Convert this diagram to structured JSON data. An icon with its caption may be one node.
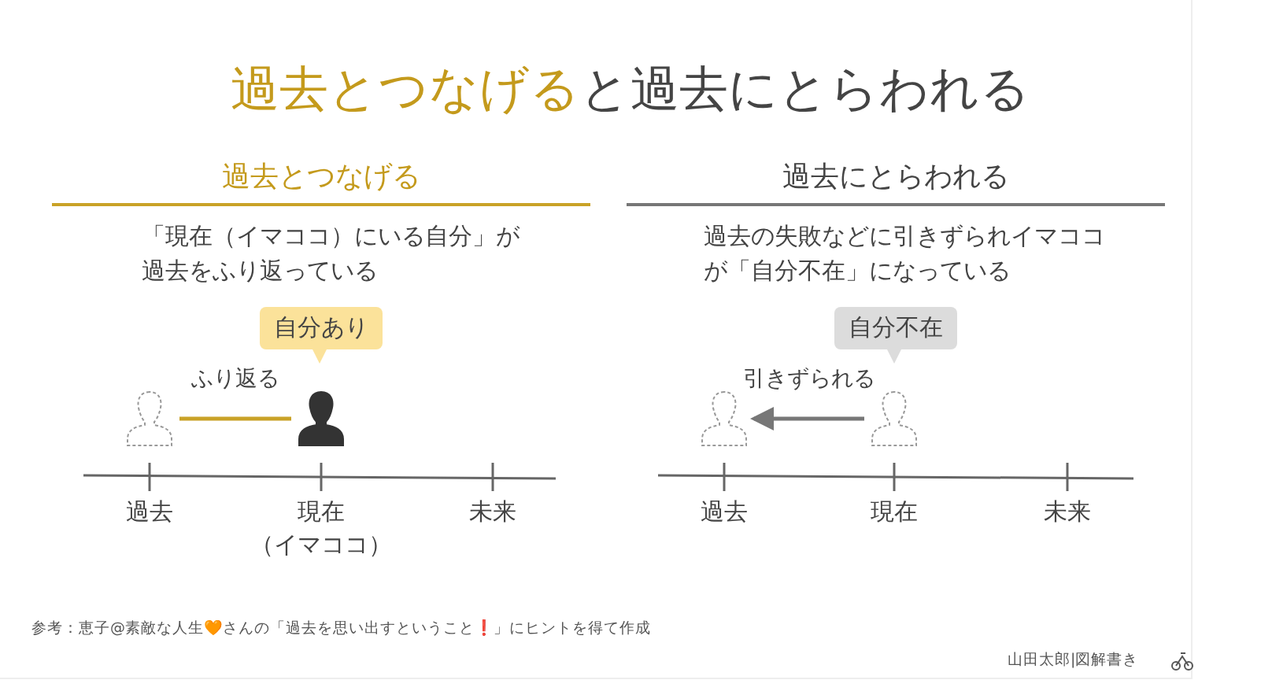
{
  "diagram": {
    "title": "**過去とつなげる**と過去にとらわれる",
    "nodes": [
      {
        "text": [],
        "shape": "person"
      },
      {
        "text": [],
        "shape": "person"
      },
      {
        "text": [
          "自分あり"
        ]
      },
      {
        "text": [],
        "shape": "person"
      },
      {
        "text": [],
        "shape": "person"
      },
      {
        "text": [
          "自分不在"
        ]
      }
    ],
    "edges": [
      {
        "from": 1,
        "to": 0,
        "arrow": "none",
        "label": "ふり返る",
        "color": "#c9a227"
      },
      {
        "from": 4,
        "to": 3,
        "arrow": "to",
        "label": "引きずられる",
        "color": "#777777"
      }
    ],
    "labels": [
      "過去とつなげる",
      "過去にとらわれる",
      "「現在（イマココ）にいる自分」が過去をふり返っている",
      "過去の失敗などに引きずられイマココが「自分不在」になっている",
      "過去",
      "現在",
      "（イマココ）",
      "未来",
      "過去",
      "現在",
      "未来",
      "参考：恵子@素敵な人生🧡さんの「過去を思い出すということ❗」にヒントを得て作成",
      "山田太郎|図解書き"
    ]
  }
}
